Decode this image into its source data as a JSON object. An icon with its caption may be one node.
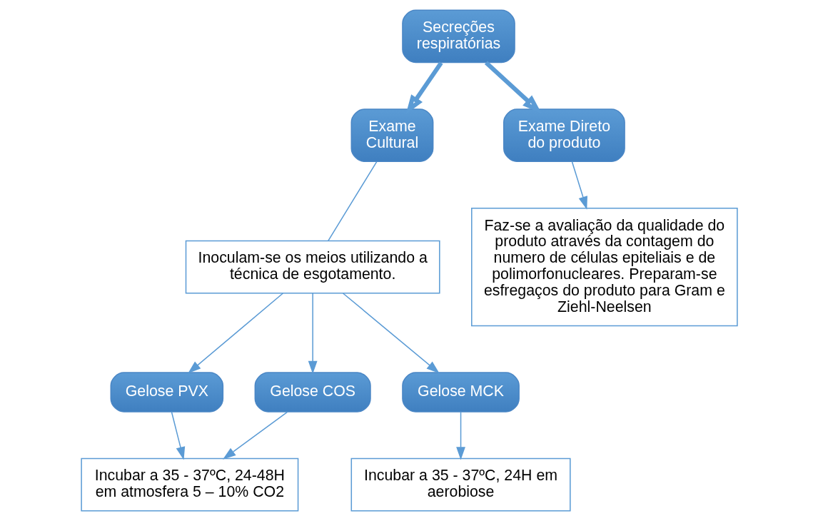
{
  "diagram": {
    "nodes": [
      {
        "text": [
          "Secreções respiratórias"
        ]
      },
      {
        "text": [
          "Exame Cultural"
        ]
      },
      {
        "text": [
          "Exame Direto do produto"
        ]
      },
      {
        "text": [
          "Inoculam-se os meios utilizando a técnica de esgotamento."
        ]
      },
      {
        "text": [
          "Faz-se a avaliação da qualidade do produto através da contagem do numero de células epiteliais e de polimorfonucleares. Preparam-se esfregaços do produto para Gram e Ziehl-Neelsen"
        ]
      },
      {
        "text": [
          "Gelose PVX"
        ]
      },
      {
        "text": [
          "Gelose COS"
        ]
      },
      {
        "text": [
          "Gelose MCK"
        ]
      },
      {
        "text": [
          "Incubar a 35 - 37ºC, 24-48H em atmosfera 5 – 10% CO2"
        ]
      },
      {
        "text": [
          "Incubar a 35 - 37ºC, 24H em aerobiose"
        ]
      }
    ],
    "edges": [
      {
        "from": 0,
        "to": 1,
        "arrow": "to",
        "style": "thick"
      },
      {
        "from": 0,
        "to": 2,
        "arrow": "to",
        "style": "thick"
      },
      {
        "from": 1,
        "to": 3,
        "arrow": "none"
      },
      {
        "from": 2,
        "to": 4,
        "arrow": "to"
      },
      {
        "from": 3,
        "to": 5,
        "arrow": "to"
      },
      {
        "from": 3,
        "to": 6,
        "arrow": "to"
      },
      {
        "from": 3,
        "to": 7,
        "arrow": "to"
      },
      {
        "from": 5,
        "to": 8,
        "arrow": "to"
      },
      {
        "from": 6,
        "to": 8,
        "arrow": "to"
      },
      {
        "from": 7,
        "to": 9,
        "arrow": "to"
      }
    ]
  }
}
